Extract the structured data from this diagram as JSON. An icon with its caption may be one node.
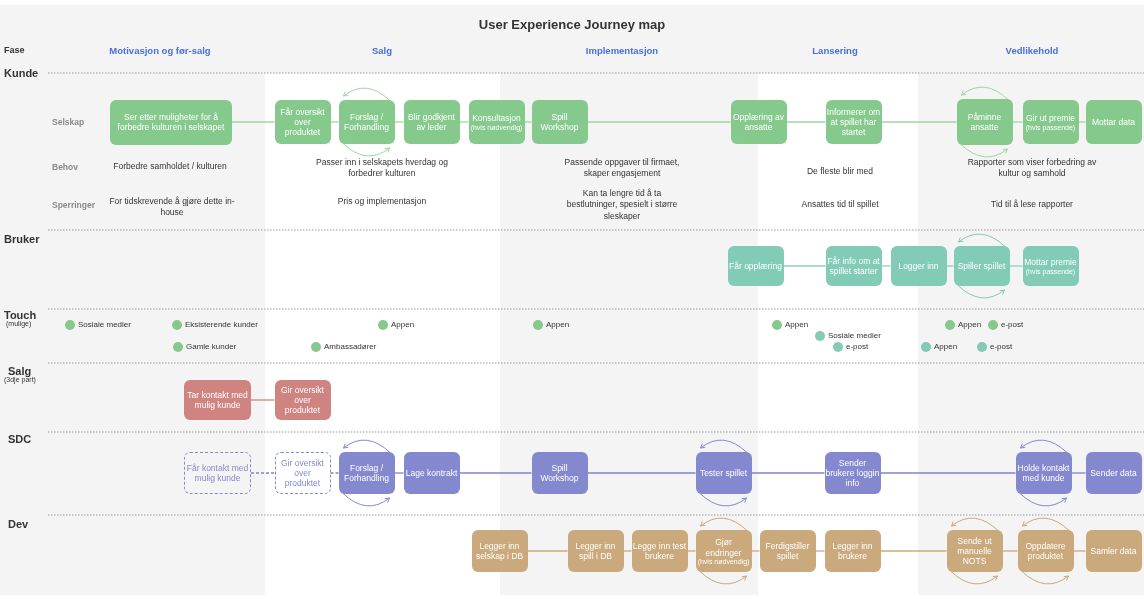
{
  "diagram": {
    "title": "User Experience Journey map",
    "nodes": [
      {
        "text": [
          "Ser etter muligheter for å forbedre kulturen i selskapet"
        ]
      },
      {
        "text": [
          "Får oversikt over produktet"
        ]
      },
      {
        "text": [
          "Forslag / Forhandling"
        ]
      },
      {
        "text": [
          "Blir godkjent av leder"
        ]
      },
      {
        "text": [
          "Konsultasjon",
          "(hvis nødvendig)"
        ]
      },
      {
        "text": [
          "Spill Workshop"
        ]
      },
      {
        "text": [
          "Opplæring av ansatte"
        ]
      },
      {
        "text": [
          "Informerer om at spillet har startet"
        ]
      },
      {
        "text": [
          "Påminne ansatte"
        ]
      },
      {
        "text": [
          "Gir ut premie",
          "(hvis passende)"
        ]
      },
      {
        "text": [
          "Mottar data"
        ]
      },
      {
        "text": [
          "Får opplæring"
        ]
      },
      {
        "text": [
          "Får info om at spillet starter"
        ]
      },
      {
        "text": [
          "Logger inn"
        ]
      },
      {
        "text": [
          "Spiller spillet"
        ]
      },
      {
        "text": [
          "Mottar premie",
          "(hvis passende)"
        ]
      },
      {
        "text": [
          "Tar kontakt med mulig kunde"
        ]
      },
      {
        "text": [
          "Gir oversikt over produktet"
        ]
      },
      {
        "text": [
          "Får kontakt med mulig kunde"
        ]
      },
      {
        "text": [
          "Gir oversikt over produktet"
        ]
      },
      {
        "text": [
          "Forslag / Forhandling"
        ]
      },
      {
        "text": [
          "Lage kontrakt"
        ]
      },
      {
        "text": [
          "Spill Workshop"
        ]
      },
      {
        "text": [
          "Tester spillet"
        ]
      },
      {
        "text": [
          "Sender brukere loggin info"
        ]
      },
      {
        "text": [
          "Holde kontakt med kunde"
        ]
      },
      {
        "text": [
          "Sender data"
        ]
      },
      {
        "text": [
          "Legger inn selskap i DB"
        ]
      },
      {
        "text": [
          "Legger inn spill i DB"
        ]
      },
      {
        "text": [
          "Legge inn test brukere"
        ]
      },
      {
        "text": [
          "Gjør endringer",
          "(hvis nødvendig)"
        ]
      },
      {
        "text": [
          "Ferdigstiller spillet"
        ]
      },
      {
        "text": [
          "Legger inn brukere"
        ]
      },
      {
        "text": [
          "Sende ut manuelle NOTS"
        ]
      },
      {
        "text": [
          "Oppdatere produktet"
        ]
      },
      {
        "text": [
          "Samler data"
        ]
      }
    ],
    "edges": [
      {
        "from": 0,
        "to": 1,
        "arrow": "none"
      },
      {
        "from": 1,
        "to": 2,
        "arrow": "none"
      },
      {
        "from": 2,
        "to": 3,
        "arrow": "none"
      },
      {
        "from": 3,
        "to": 4,
        "arrow": "none"
      },
      {
        "from": 4,
        "to": 5,
        "arrow": "none"
      },
      {
        "from": 5,
        "to": 6,
        "arrow": "none"
      },
      {
        "from": 6,
        "to": 7,
        "arrow": "none"
      },
      {
        "from": 7,
        "to": 8,
        "arrow": "none"
      },
      {
        "from": 8,
        "to": 9,
        "arrow": "none"
      },
      {
        "from": 9,
        "to": 10,
        "arrow": "none"
      },
      {
        "from": 11,
        "to": 12,
        "arrow": "none",
        "color": "#8fd0bf"
      },
      {
        "from": 12,
        "to": 13,
        "arrow": "none",
        "color": "#8fd0bf"
      },
      {
        "from": 13,
        "to": 14,
        "arrow": "none",
        "color": "#8fd0bf"
      },
      {
        "from": 14,
        "to": 15,
        "arrow": "none",
        "color": "#8fd0bf"
      },
      {
        "from": 16,
        "to": 17,
        "arrow": "none",
        "color": "#cf8482"
      },
      {
        "from": 18,
        "to": 19,
        "arrow": "none",
        "style": "dashed",
        "color": "#7f84cc"
      },
      {
        "from": 19,
        "to": 20,
        "arrow": "none",
        "style": "dashed",
        "color": "#7f84cc"
      },
      {
        "from": 20,
        "to": 21,
        "arrow": "none",
        "color": "#7f84cc"
      },
      {
        "from": 21,
        "to": 22,
        "arrow": "none",
        "color": "#7f84cc"
      },
      {
        "from": 22,
        "to": 23,
        "arrow": "none",
        "color": "#7f84cc"
      },
      {
        "from": 23,
        "to": 24,
        "arrow": "none",
        "color": "#7f84cc"
      },
      {
        "from": 24,
        "to": 25,
        "arrow": "none",
        "color": "#7f84cc"
      },
      {
        "from": 25,
        "to": 26,
        "arrow": "none",
        "color": "#7f84cc"
      },
      {
        "from": 27,
        "to": 28,
        "arrow": "none",
        "color": "#caa97c"
      },
      {
        "from": 28,
        "to": 29,
        "arrow": "none",
        "color": "#caa97c"
      },
      {
        "from": 29,
        "to": 30,
        "arrow": "none",
        "color": "#caa97c"
      },
      {
        "from": 30,
        "to": 31,
        "arrow": "none",
        "color": "#caa97c"
      },
      {
        "from": 31,
        "to": 32,
        "arrow": "none",
        "color": "#caa97c"
      },
      {
        "from": 32,
        "to": 33,
        "arrow": "none",
        "color": "#caa97c"
      },
      {
        "from": 33,
        "to": 34,
        "arrow": "none",
        "color": "#caa97c"
      },
      {
        "from": 34,
        "to": 35,
        "arrow": "none",
        "color": "#caa97c"
      },
      {
        "from": 2,
        "to": 2,
        "arrow": "to"
      },
      {
        "from": 2,
        "to": 2,
        "arrow": "to"
      },
      {
        "from": 8,
        "to": 8,
        "arrow": "to"
      },
      {
        "from": 8,
        "to": 8,
        "arrow": "to"
      },
      {
        "from": 14,
        "to": 14,
        "arrow": "to",
        "color": "#82cbb6"
      },
      {
        "from": 14,
        "to": 14,
        "arrow": "to",
        "color": "#82cbb6"
      },
      {
        "from": 20,
        "to": 20,
        "arrow": "to",
        "color": "#8489cf"
      },
      {
        "from": 20,
        "to": 20,
        "arrow": "to",
        "color": "#8489cf"
      },
      {
        "from": 23,
        "to": 23,
        "arrow": "to",
        "color": "#8489cf"
      },
      {
        "from": 23,
        "to": 23,
        "arrow": "to",
        "color": "#8489cf"
      },
      {
        "from": 25,
        "to": 25,
        "arrow": "to",
        "color": "#8489cf"
      },
      {
        "from": 25,
        "to": 25,
        "arrow": "to",
        "color": "#8489cf"
      },
      {
        "from": 30,
        "to": 30,
        "arrow": "to",
        "color": "#caa97c"
      },
      {
        "from": 30,
        "to": 30,
        "arrow": "to",
        "color": "#caa97c"
      },
      {
        "from": 33,
        "to": 33,
        "arrow": "to",
        "color": "#caa97c"
      },
      {
        "from": 33,
        "to": 33,
        "arrow": "to",
        "color": "#caa97c"
      },
      {
        "from": 34,
        "to": 34,
        "arrow": "to",
        "color": "#caa97c"
      },
      {
        "from": 34,
        "to": 34,
        "arrow": "to",
        "color": "#caa97c"
      }
    ],
    "labels": [
      "Fase",
      "Motivasjon og før-salg",
      "Salg",
      "Implementasjon",
      "Lansering",
      "Vedlikehold",
      "Kunde",
      "Selskap",
      "Behov",
      "Forbedre samholdet / kulturen",
      "Passer inn i selskapets hverdag og forbedrer kulturen",
      "Passende oppgaver til firmaet, skaper engasjement",
      "De fleste blir med",
      "Rapporter som viser forbedring av kultur og samhold",
      "Sperringer",
      "For tidskrevende å gjøre dette in-house",
      "Pris og implementasjon",
      "Kan ta lengre tid å ta bestlutninger, spesielt i større sleskaper",
      "Ansattes tid til spillet",
      "Tid til å lese rapporter",
      "Bruker",
      "Touch",
      "(mulige)",
      "Sosiale medier",
      "Eksisterende kunder",
      "Appen",
      "Appen",
      "Appen",
      "Appen",
      "e-post",
      "Sosiale medier",
      "Gamle kunder",
      "Ambassadører",
      "e-post",
      "Appen",
      "e-post",
      "Salg",
      "(3dje part)",
      "SDC",
      "Dev"
    ]
  }
}
